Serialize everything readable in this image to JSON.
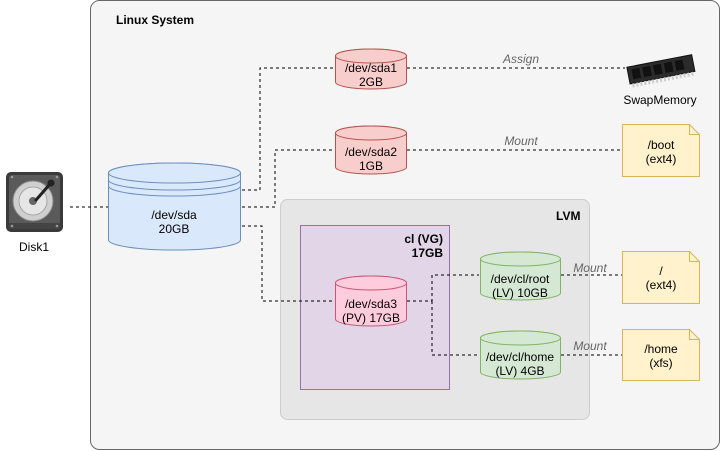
{
  "colors": {
    "system_fill": "#f5f5f5",
    "system_stroke": "#666666",
    "lvm_fill": "#e6e6e6",
    "lvm_stroke": "#cccccc",
    "vg_fill": "#e1d5e7",
    "vg_stroke": "#9673a6",
    "sda_fill": "#dae8fc",
    "sda_stroke": "#6c8ebf",
    "partition_fill": "#f8cecc",
    "partition_stroke": "#b85450",
    "pv_fill": "#ffccdd",
    "pv_stroke": "#cc5577",
    "lv_fill": "#d5e8d4",
    "lv_stroke": "#82b366",
    "note_fill": "#fff2cc",
    "note_stroke": "#d6b656"
  },
  "icons": {
    "disk": "hard-disk-icon",
    "memory": "memory-module-icon"
  },
  "system": {
    "title": "Linux System"
  },
  "lvm": {
    "title": "LVM"
  },
  "vg": {
    "line1": "cl (VG)",
    "line2": "17GB"
  },
  "disk": {
    "label": "Disk1"
  },
  "sda": {
    "line1": "/dev/sda",
    "line2": "20GB"
  },
  "sda1": {
    "line1": "/dev/sda1",
    "line2": "2GB"
  },
  "sda2": {
    "line1": "/dev/sda2",
    "line2": "1GB"
  },
  "sda3": {
    "line1": "/dev/sda3",
    "line2": "(PV) 17GB"
  },
  "lv_root": {
    "line1": "/dev/cl/root",
    "line2": "(LV) 10GB"
  },
  "lv_home": {
    "line1": "/dev/cl/home",
    "line2": "(LV) 4GB"
  },
  "swap": {
    "label": "SwapMemory"
  },
  "boot": {
    "line1": "/boot",
    "line2": "(ext4)"
  },
  "root_mount": {
    "line1": "/",
    "line2": "(ext4)"
  },
  "home_mount": {
    "line1": "/home",
    "line2": "(xfs)"
  },
  "edges": {
    "assign": "Assign",
    "mount_boot": "Mount",
    "mount_root": "Mount",
    "mount_home": "Mount"
  }
}
